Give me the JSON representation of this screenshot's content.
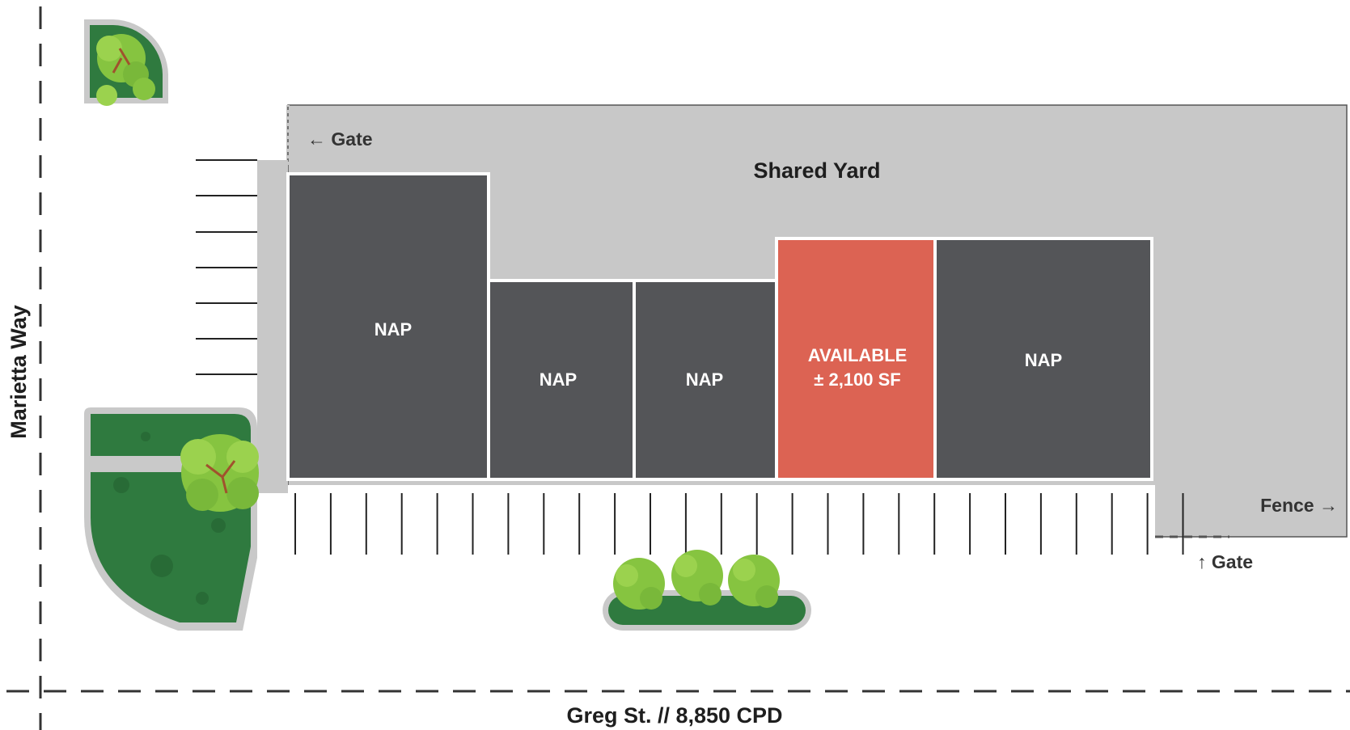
{
  "roads": {
    "left": "Marietta Way",
    "bottom": "Greg St. // 8,850 CPD"
  },
  "yard_label": "Shared Yard",
  "markers": {
    "gate_top": "← Gate",
    "gate_bottom": "↑ Gate",
    "fence": "Fence →"
  },
  "units": [
    {
      "label": "NAP",
      "status": "nap"
    },
    {
      "label": "NAP",
      "status": "nap"
    },
    {
      "label": "NAP",
      "status": "nap"
    },
    {
      "label": "AVAILABLE",
      "label2": "± 2,100 SF",
      "status": "available"
    },
    {
      "label": "NAP",
      "status": "nap"
    }
  ],
  "colors": {
    "yard": "#c8c8c8",
    "building": "#545558",
    "available": "#dc6353",
    "grass": "#2f7a3f",
    "curb": "#c9c9c9",
    "tree": "#86c440",
    "text_dark": "#1e1e1e",
    "text_light": "#ffffff"
  }
}
